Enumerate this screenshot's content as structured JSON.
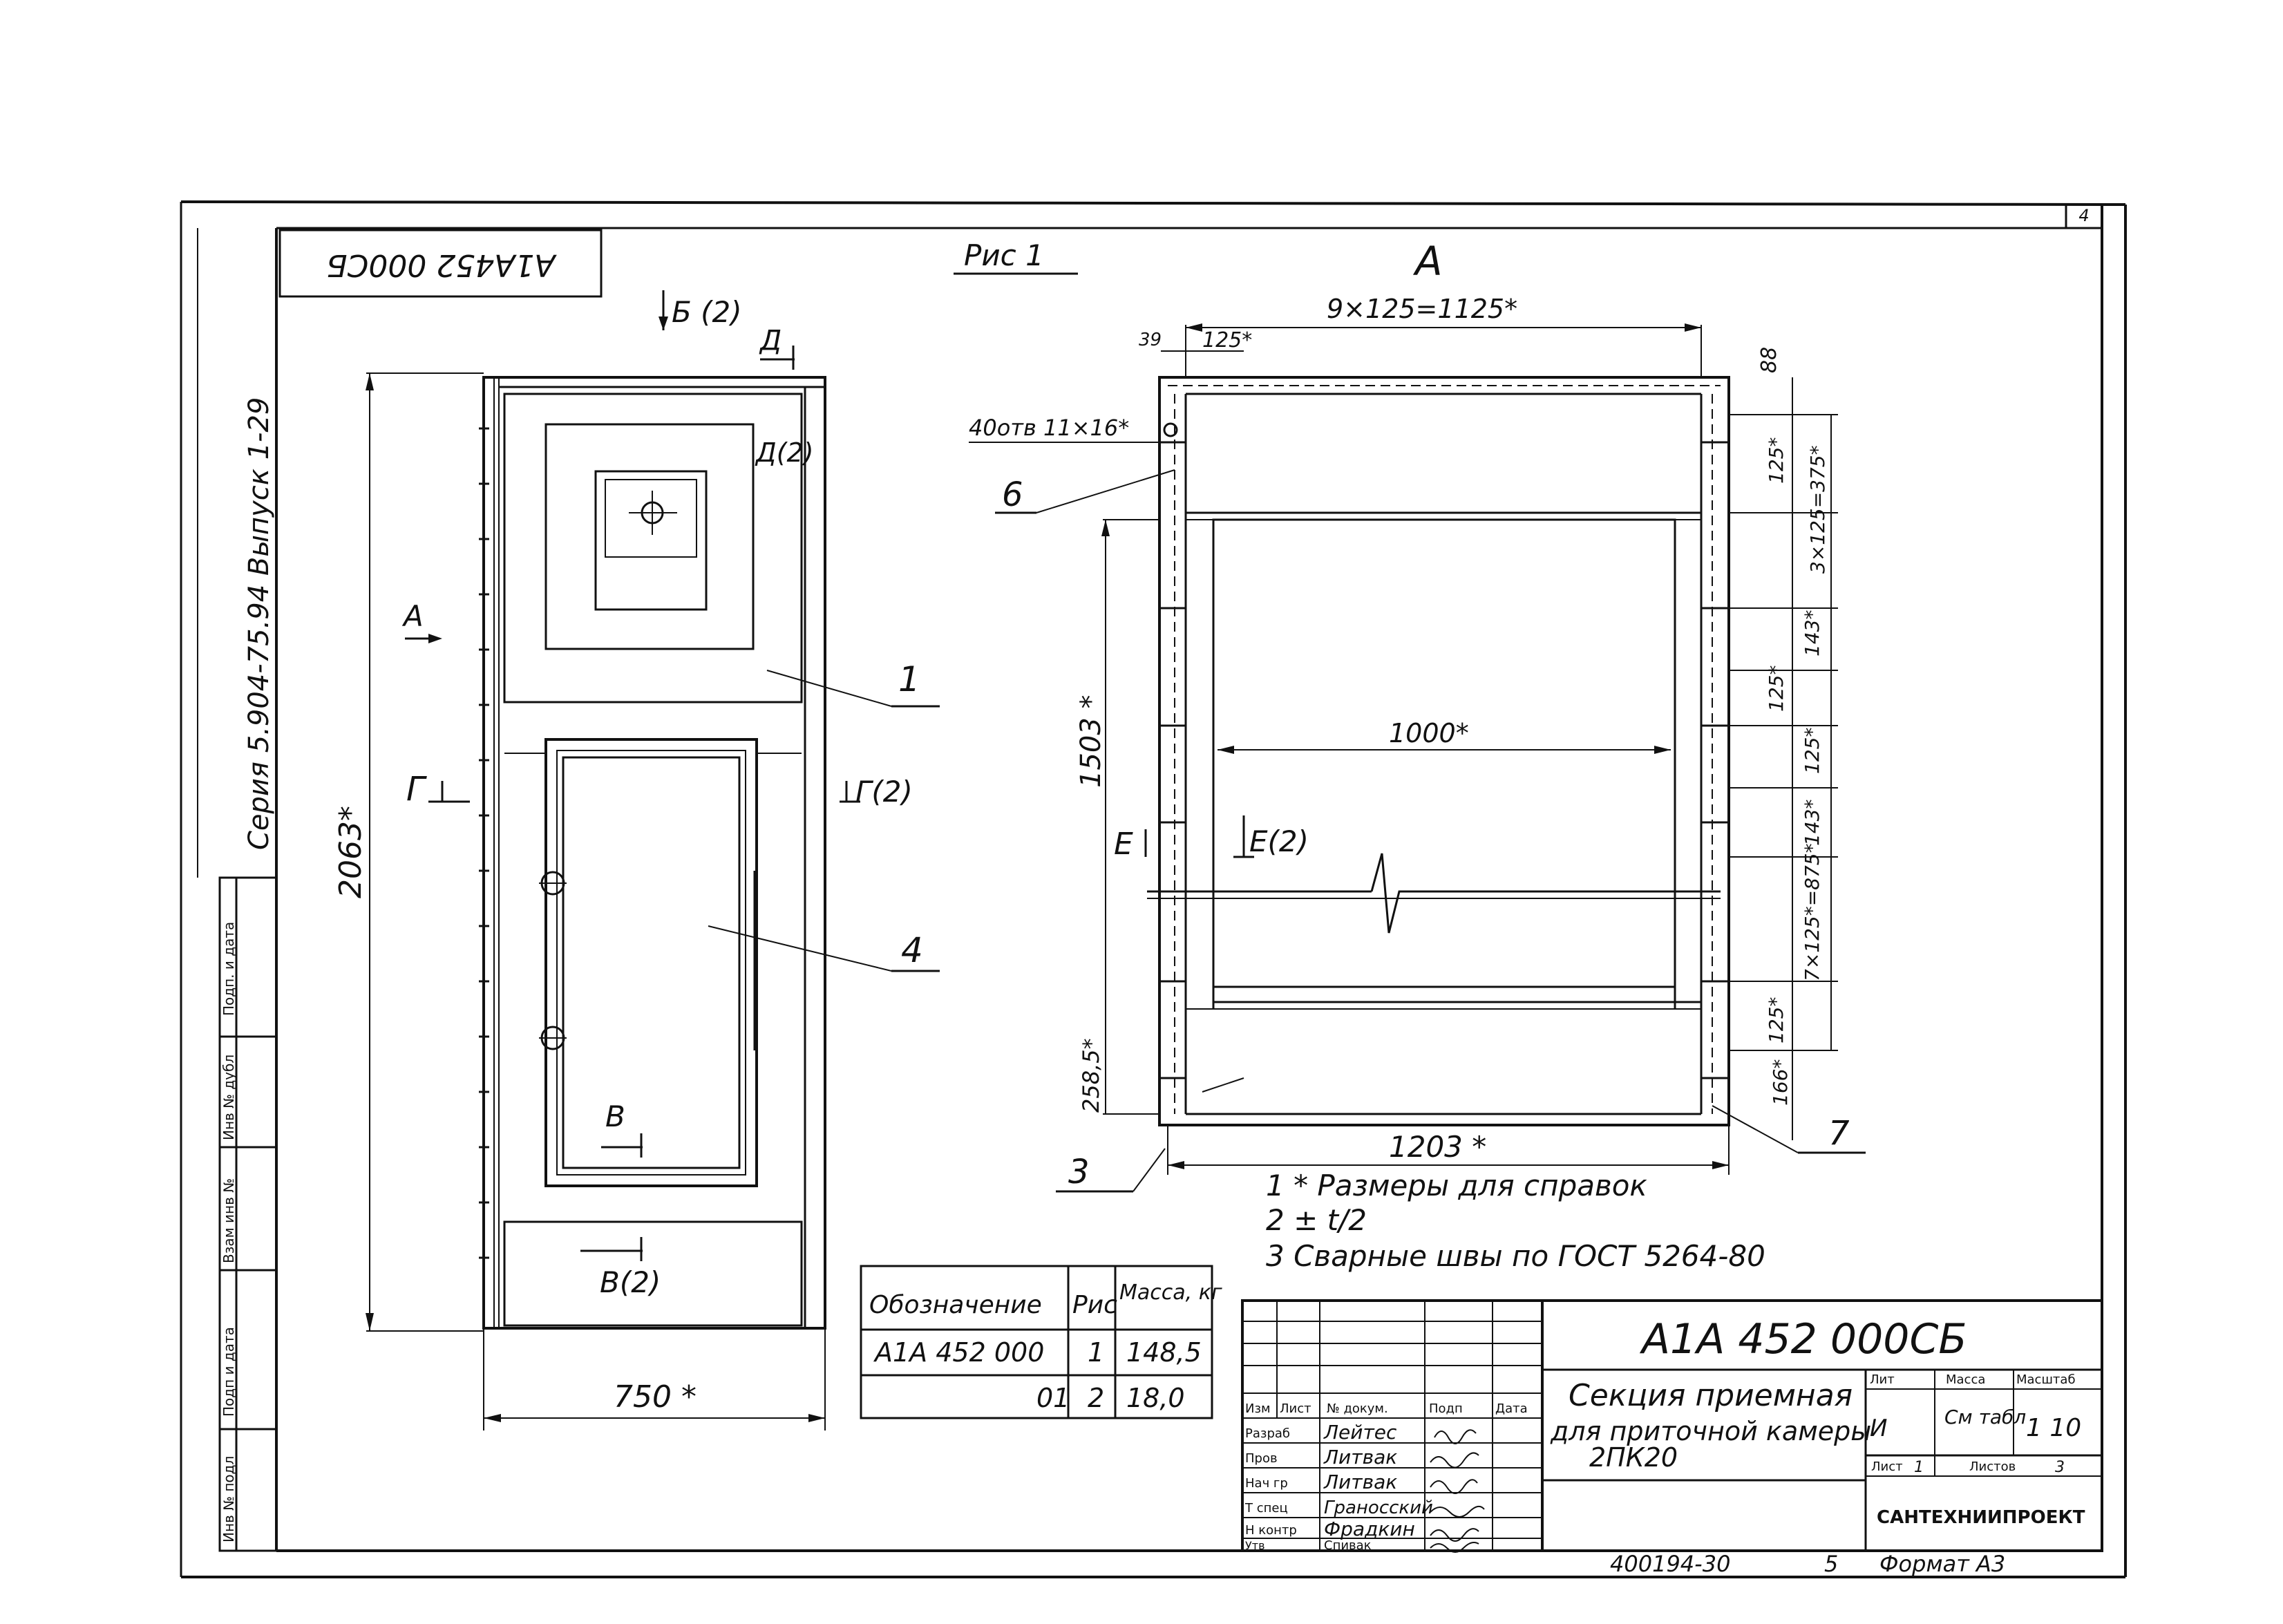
{
  "sheet": {
    "number": "4",
    "code_stamp_rotated": "А1А452 000СБ",
    "series_text": "Серия 5.904-75.94 Выпуск 1-29",
    "figure_title": "Рис 1",
    "view_letter_a": "А",
    "bottom_code": "400194-30",
    "bottom_sheet": "5",
    "format": "Формат А3"
  },
  "front_view": {
    "section_b": "Б (2)",
    "section_d": "Д",
    "section_d2": "Д(2)",
    "arrow_a": "А",
    "section_g": "Г",
    "section_g2": "Г(2)",
    "section_v": "В",
    "section_v2": "В(2)",
    "height_dim": "2063*",
    "width_dim": "750 *",
    "callout_1": "1",
    "callout_4": "4"
  },
  "view_a": {
    "width_top": "9×125=1125*",
    "dim_39": "39",
    "dim_125": "125*",
    "holes": "40отв 11×16*",
    "dim_88": "88",
    "r_125a": "125*",
    "r_3x125": "3×125=375*",
    "r_143a": "143*",
    "r_125b": "125*",
    "r_125c": "125*",
    "r_143b": "143*",
    "r_7x125": "7×125*=875*",
    "r_125d": "125*",
    "r_166": "166*",
    "dim_1503": "1503 *",
    "dim_1000": "1000*",
    "dim_2585": "258,5*",
    "dim_1203": "1203 *",
    "section_e": "Е",
    "section_e2": "Е(2)",
    "callout_6": "6",
    "callout_3": "3",
    "callout_7": "7"
  },
  "notes": [
    "1 * Размеры для справок",
    "2 ± t/2",
    "3 Сварные швы по ГОСТ 5264-80"
  ],
  "spec_table": {
    "headers": [
      "Обозначение",
      "Рис",
      "Масса, кг"
    ],
    "rows": [
      [
        "А1А 452 000",
        "1",
        "148,5"
      ],
      [
        "01",
        "2",
        "18,0"
      ]
    ]
  },
  "side_stamp": [
    "Подп. и дата",
    "Инв № дубл",
    "Взам инв №",
    "Подп и дата",
    "Инв № подл"
  ],
  "title_block": {
    "doc_code": "А1А 452 000СБ",
    "title_line1": "Секция приемная",
    "title_line2": "для приточной камеры",
    "title_line3": "2ПК20",
    "lit_header": "Лит",
    "mass_header": "Масса",
    "scale_header": "Масштаб",
    "lit_value": "И",
    "mass_value": "См табл",
    "scale_value": "1 10",
    "sheet_label": "Лист",
    "sheet_value": "1",
    "sheets_label": "Листов",
    "sheets_value": "3",
    "org": "САНТЕХНИИПРОЕКТ",
    "col_headers": [
      "Изм",
      "Лист",
      "№ докум.",
      "Подп",
      "Дата"
    ],
    "rows": [
      {
        "role": "Разраб",
        "name": "Лейтес"
      },
      {
        "role": "Пров",
        "name": "Литвак"
      },
      {
        "role": "Нач гр",
        "name": "Литвак"
      },
      {
        "role": "Т спец",
        "name": "Граносский"
      },
      {
        "role": "Н контр",
        "name": "Фрадкин"
      },
      {
        "role": "Утв",
        "name": "Спивак"
      }
    ]
  }
}
